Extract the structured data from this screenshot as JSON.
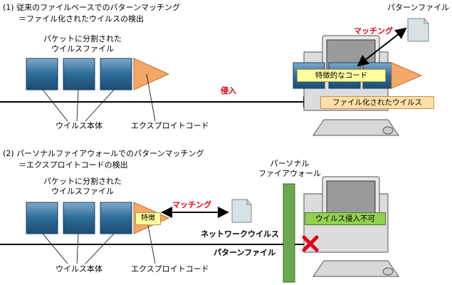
{
  "section1": {
    "title": "(1) 従来のファイルベースでのパターンマッチング",
    "subtitle": "＝ファイル化されたウイルスの検出",
    "split_label_line1": "パケットに分割された",
    "split_label_line2": "ウイルスファイル",
    "pattern_file_label": "パターンファイル",
    "matching_label": "マッチング",
    "intrusion_label": "侵入",
    "feature_code_label": "特徴的なコード",
    "filed_virus_label": "ファイル化されたウイルス",
    "virus_body_label": "ウイルス本体",
    "exploit_code_label": "エクスプロイトコード"
  },
  "section2": {
    "title": "(2) パーソナルファイアウォールでのパターンマッチング",
    "subtitle": "＝エクスプロイトコードの検出",
    "split_label_line1": "パケットに分割された",
    "split_label_line2": "ウイルスファイル",
    "firewall_label_line1": "パーソナル",
    "firewall_label_line2": "ファイアウォール",
    "feature_label": "特徴",
    "matching_label": "マッチング",
    "network_virus_label": "ネットワークウイルス",
    "pattern_file_label": "パターンファイル",
    "blocked_label": "ウイルス侵入不可",
    "virus_body_label": "ウイルス本体",
    "exploit_code_label": "エクスプロイトコード"
  },
  "colors": {
    "packet_fill": "#2d6b99",
    "cone_fill": "#f4a868",
    "feature_fill": "#ffffa0",
    "firewall_fill": "#6aa84f",
    "blocked_fill": "#92d050",
    "accent_red": "#e0001a"
  },
  "icons": [
    "document-icon",
    "computer-icon",
    "cross-icon"
  ]
}
